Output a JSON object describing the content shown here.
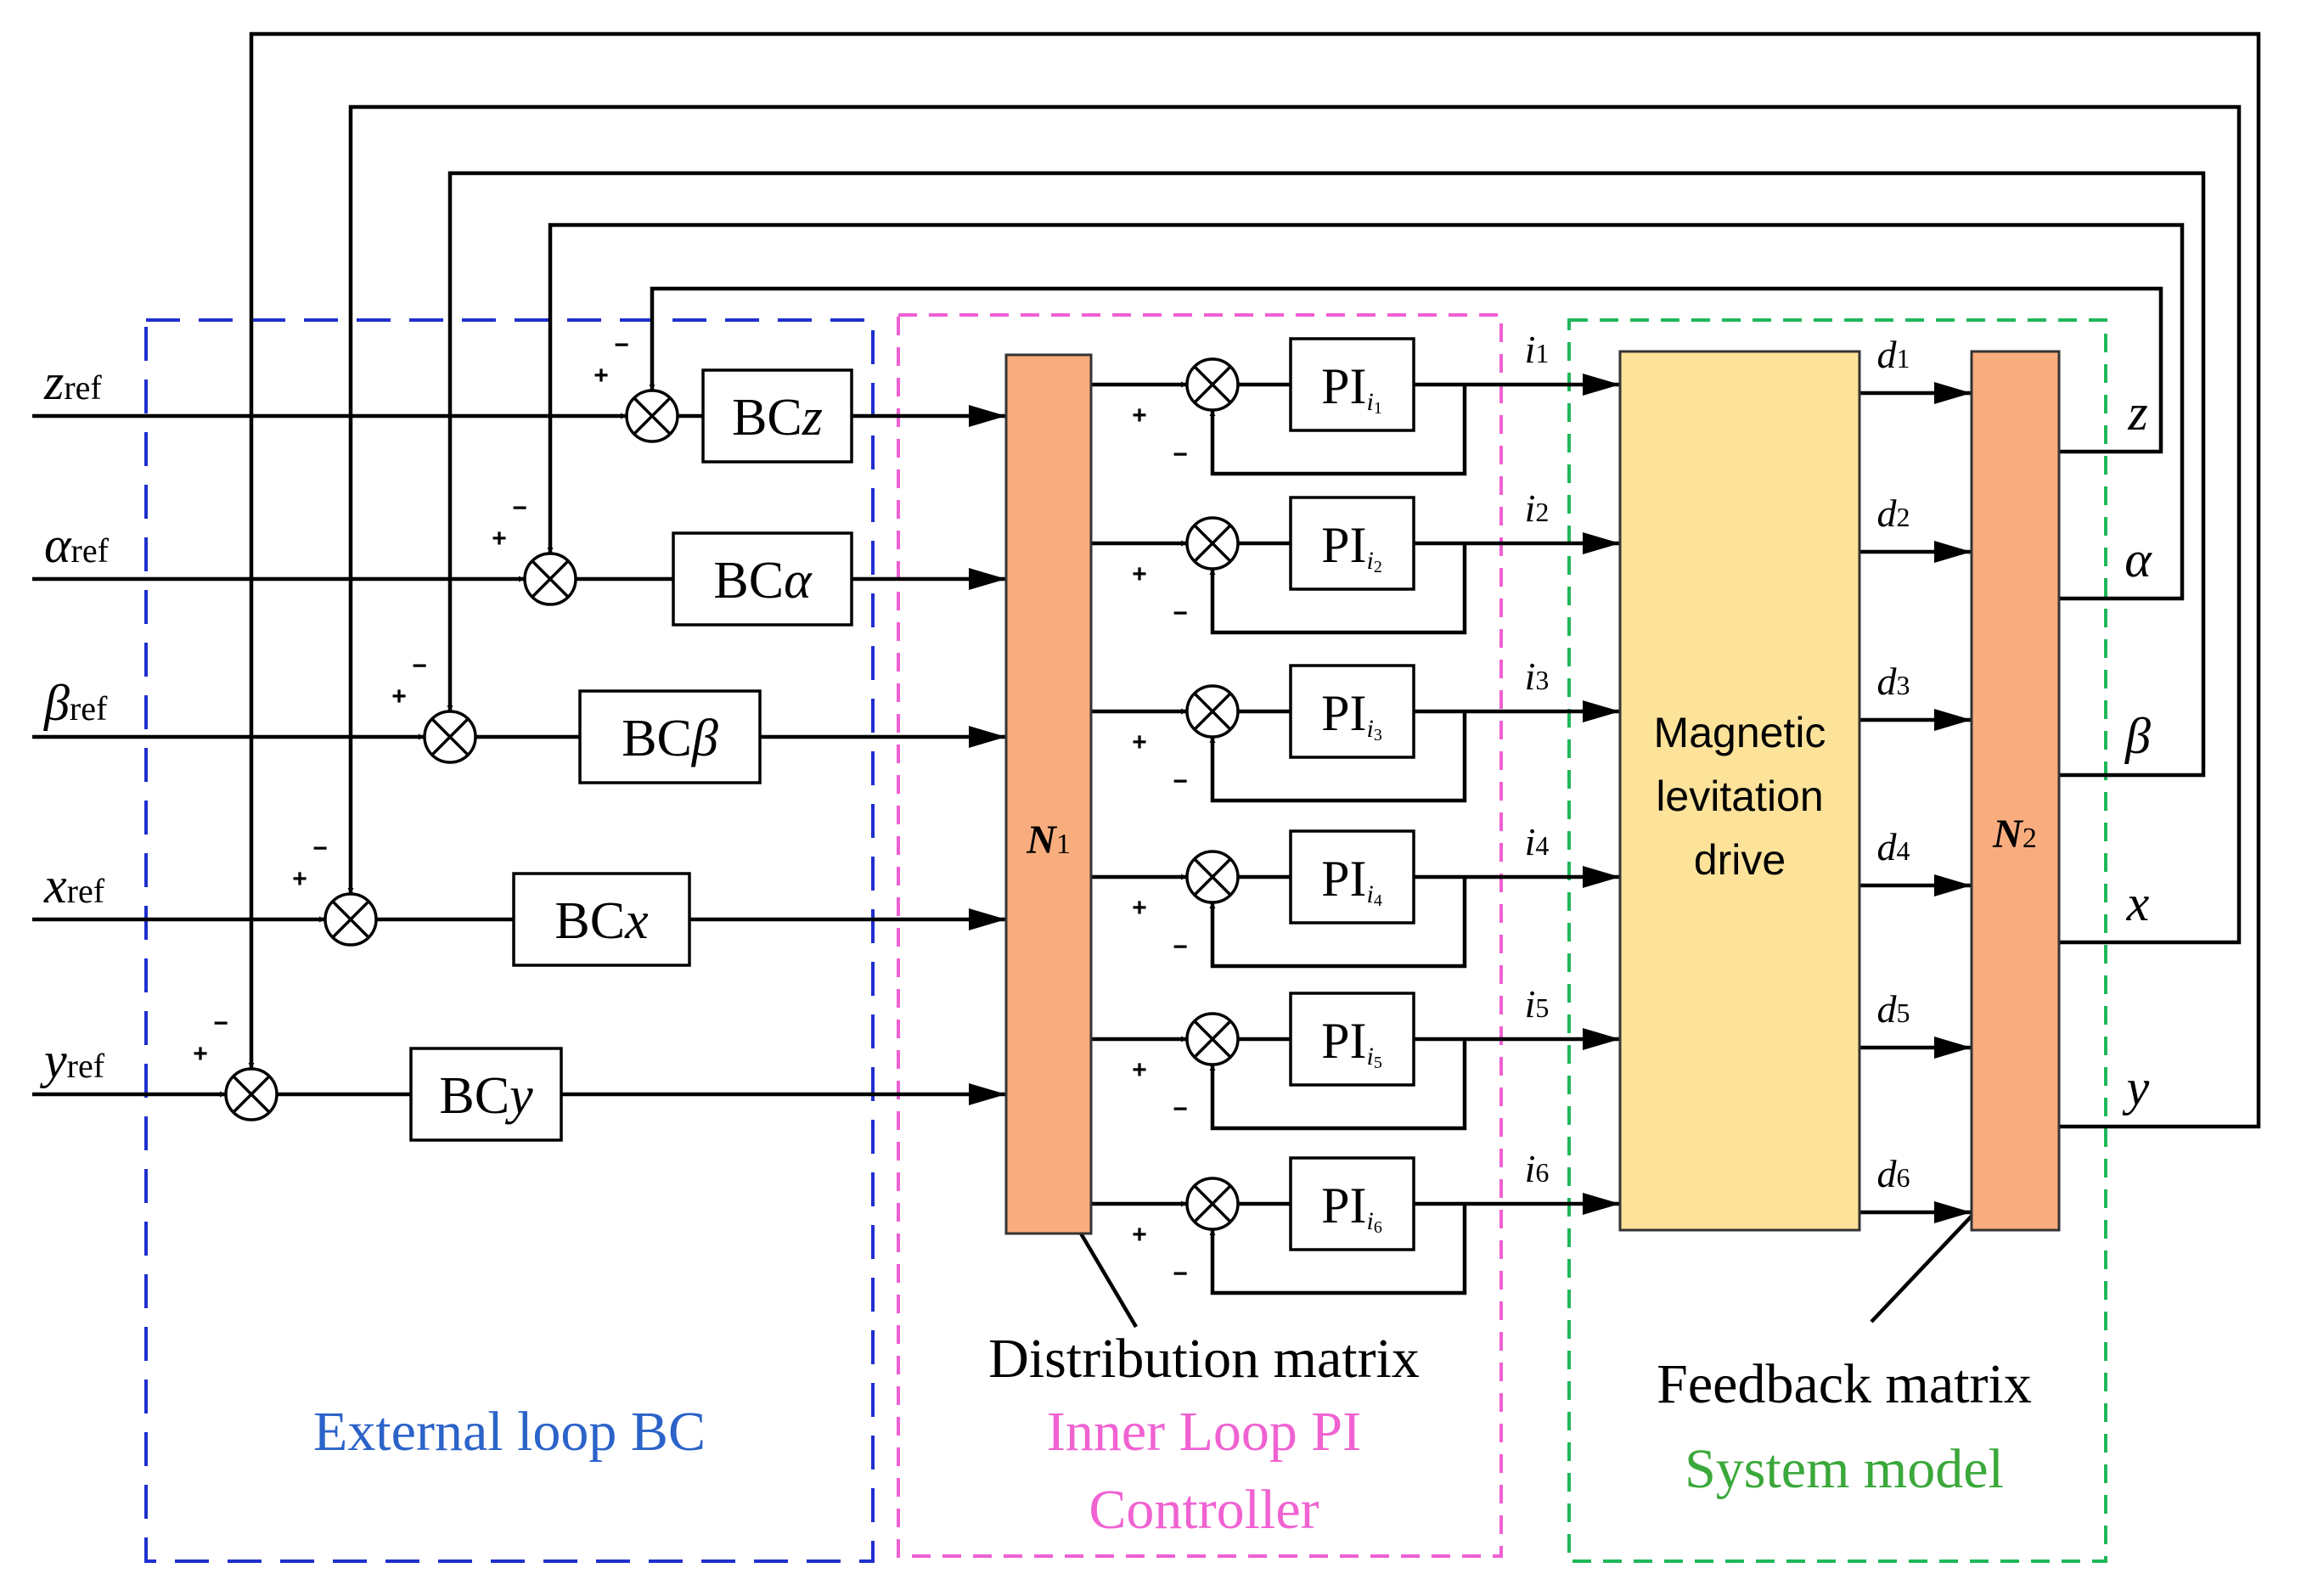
{
  "references": [
    {
      "symbol": "z",
      "sub": "ref"
    },
    {
      "symbol": "α",
      "sub": "ref"
    },
    {
      "symbol": "β",
      "sub": "ref"
    },
    {
      "symbol": "x",
      "sub": "ref"
    },
    {
      "symbol": "y",
      "sub": "ref"
    }
  ],
  "bc_blocks": [
    {
      "prefix": "BC",
      "var": "z"
    },
    {
      "prefix": "BC",
      "var": "α"
    },
    {
      "prefix": "BC",
      "var": "β"
    },
    {
      "prefix": "BC",
      "var": "x"
    },
    {
      "prefix": "BC",
      "var": "y"
    }
  ],
  "pi_blocks": [
    {
      "prefix": "PI",
      "sub": "i",
      "subsub": "1"
    },
    {
      "prefix": "PI",
      "sub": "i",
      "subsub": "2"
    },
    {
      "prefix": "PI",
      "sub": "i",
      "subsub": "3"
    },
    {
      "prefix": "PI",
      "sub": "i",
      "subsub": "4"
    },
    {
      "prefix": "PI",
      "sub": "i",
      "subsub": "5"
    },
    {
      "prefix": "PI",
      "sub": "i",
      "subsub": "6"
    }
  ],
  "currents": [
    {
      "symbol": "i",
      "sub": "1"
    },
    {
      "symbol": "i",
      "sub": "2"
    },
    {
      "symbol": "i",
      "sub": "3"
    },
    {
      "symbol": "i",
      "sub": "4"
    },
    {
      "symbol": "i",
      "sub": "5"
    },
    {
      "symbol": "i",
      "sub": "6"
    }
  ],
  "displacements": [
    {
      "symbol": "d",
      "sub": "1"
    },
    {
      "symbol": "d",
      "sub": "2"
    },
    {
      "symbol": "d",
      "sub": "3"
    },
    {
      "symbol": "d",
      "sub": "4"
    },
    {
      "symbol": "d",
      "sub": "5"
    },
    {
      "symbol": "d",
      "sub": "6"
    }
  ],
  "outputs": [
    "z",
    "α",
    "β",
    "x",
    "y"
  ],
  "matrices": {
    "n1": {
      "symbol": "N",
      "sub": "1"
    },
    "n2": {
      "symbol": "N",
      "sub": "2"
    }
  },
  "drive_label": [
    "Magnetic",
    "levitation",
    "drive"
  ],
  "annotations": {
    "distribution": "Distribution matrix",
    "feedback": "Feedback matrix"
  },
  "groups": {
    "external": "External loop BC",
    "inner_line1": "Inner Loop PI",
    "inner_line2": "Controller",
    "system": "System model"
  },
  "signs": {
    "plus": "+",
    "minus": "−"
  },
  "colors": {
    "external_border": "#1f2fcf",
    "external_text": "#2b63c9",
    "inner_border": "#ef5fd4",
    "inner_text": "#f062d2",
    "system_border": "#1fb85a",
    "system_text": "#3aa83a",
    "matrix_fill": "#f9ad7e",
    "drive_fill": "#fde39a"
  }
}
